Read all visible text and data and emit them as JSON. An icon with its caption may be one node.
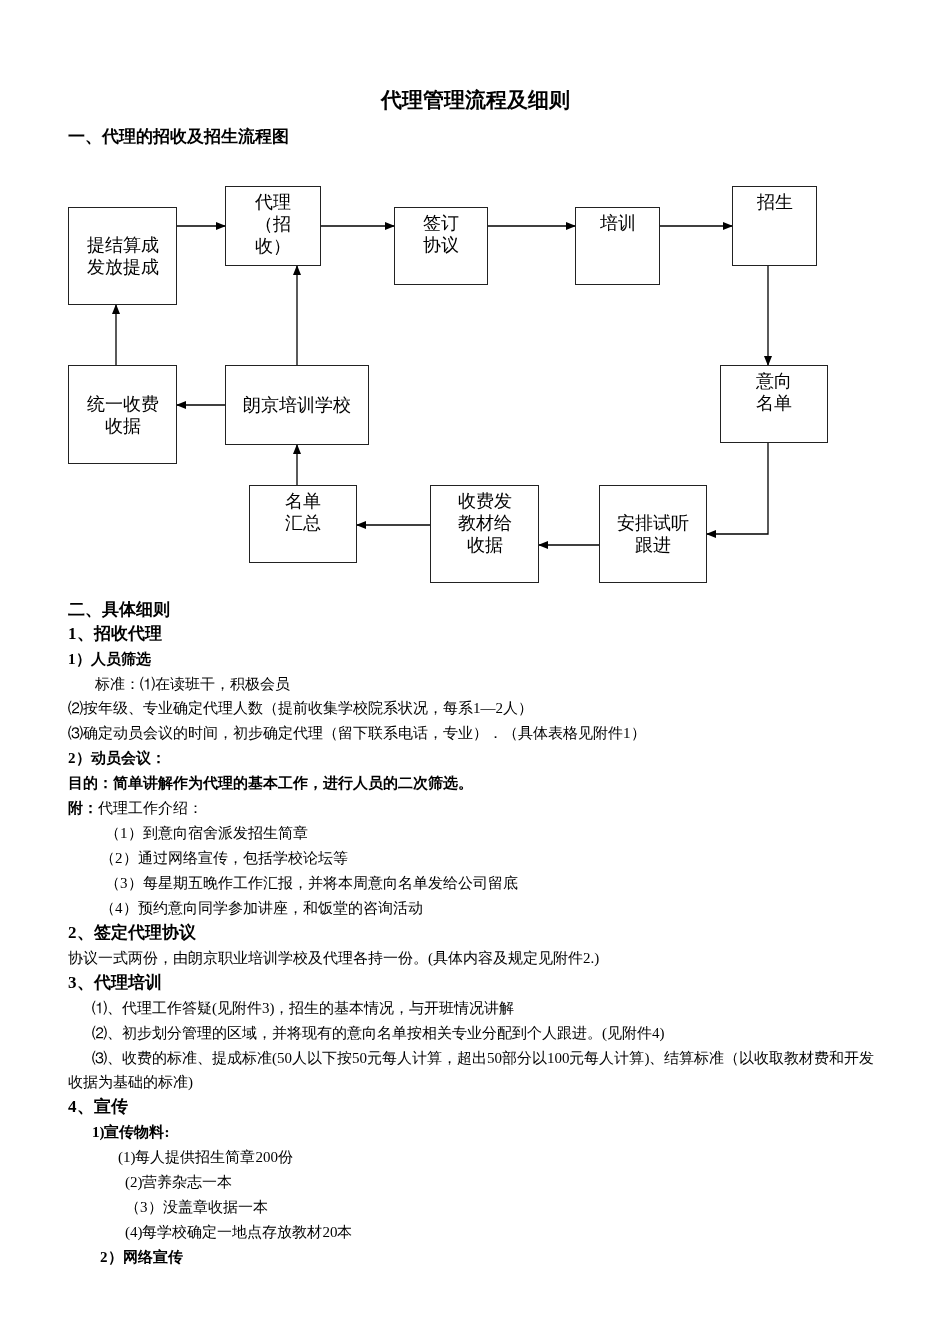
{
  "diagram": {
    "title": "代理管理流程及细则",
    "nodes": [
      {
        "text": [
          "提结算成发放提成"
        ]
      },
      {
        "text": [
          "代理（招收）"
        ]
      },
      {
        "text": [
          "签订协议"
        ]
      },
      {
        "text": [
          "培训"
        ]
      },
      {
        "text": [
          "招生"
        ]
      },
      {
        "text": [
          "意向名单"
        ]
      },
      {
        "text": [
          "安排试听跟进"
        ]
      },
      {
        "text": [
          "收费发教材给收据"
        ]
      },
      {
        "text": [
          "名单汇总"
        ]
      },
      {
        "text": [
          "朗京培训学校"
        ]
      },
      {
        "text": [
          "统一收费收据"
        ]
      }
    ],
    "edges": [
      {
        "from": 0,
        "to": 1,
        "arrow": "to"
      },
      {
        "from": 1,
        "to": 2,
        "arrow": "to"
      },
      {
        "from": 2,
        "to": 3,
        "arrow": "to"
      },
      {
        "from": 3,
        "to": 4,
        "arrow": "to"
      },
      {
        "from": 4,
        "to": 5,
        "arrow": "to"
      },
      {
        "from": 5,
        "to": 6,
        "arrow": "to"
      },
      {
        "from": 6,
        "to": 7,
        "arrow": "to"
      },
      {
        "from": 7,
        "to": 8,
        "arrow": "to"
      },
      {
        "from": 8,
        "to": 9,
        "arrow": "to"
      },
      {
        "from": 9,
        "to": 1,
        "arrow": "to"
      },
      {
        "from": 9,
        "to": 10,
        "arrow": "to"
      },
      {
        "from": 10,
        "to": 0,
        "arrow": "to"
      }
    ],
    "labels": [
      "一、代理的招收及招生流程图",
      "二、具体细则",
      "1、招收代理",
      "1）人员筛选",
      "标准：⑴在读班干，积极会员",
      "⑵按年级、专业确定代理人数（提前收集学校院系状况，每系1—2人）",
      "⑶确定动员会议的时间，初步确定代理（留下联系电话，专业）．（具体表格见附件1）",
      "2）动员会议：",
      "目的：简单讲解作为代理的基本工作，进行人员的二次筛选。",
      "**附：**代理工作介绍：",
      "（1）到意向宿舍派发招生简章",
      "（2）通过网络宣传，包括学校论坛等",
      "（3）每星期五晚作工作汇报，并将本周意向名单发给公司留底",
      "（4）预约意向同学参加讲座，和饭堂的咨询活动",
      "2、签定代理协议",
      "协议一式两份，由朗京职业培训学校及代理各持一份。(具体内容及规定见附件2.)",
      "3、代理培训",
      "⑴、代理工作答疑(见附件3)，招生的基本情况，与开班情况讲解",
      "⑵、初步划分管理的区域，并将现有的意向名单按相关专业分配到个人跟进。(见附件4)",
      "⑶、收费的标准、提成标准(50人以下按50元每人计算，超出50部分以100元每人计算)、结算标准（以收取教材费和开发收据为基础的标准)",
      "4、宣传",
      "1)宣传物料:",
      "(1)每人提供招生简章200份",
      "(2)营养杂志一本",
      "（3）没盖章收据一本",
      "(4)每学校确定一地点存放教材20本",
      "2）网络宣传"
    ]
  }
}
